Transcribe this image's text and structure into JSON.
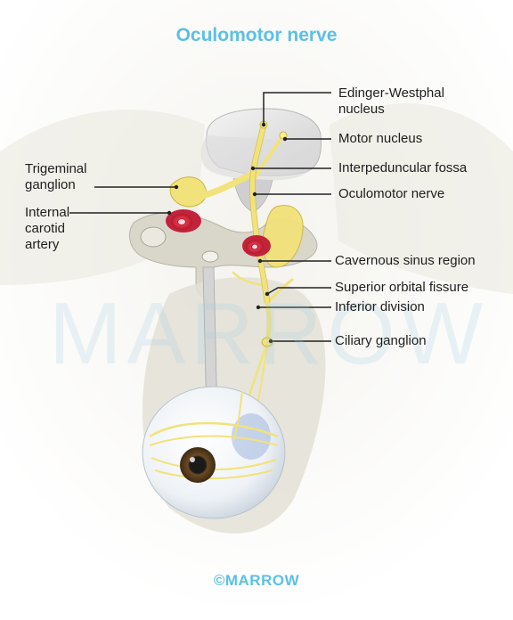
{
  "title": "Oculomotor nerve",
  "labels": {
    "edinger_westphal": [
      "Edinger-Westphal",
      "nucleus"
    ],
    "motor_nucleus": "Motor nucleus",
    "interpeduncular_fossa": "Interpeduncular fossa",
    "oculomotor_nerve": "Oculomotor nerve",
    "trigeminal_ganglion": [
      "Trigeminal",
      "ganglion"
    ],
    "internal_carotid": [
      "Internal",
      "carotid",
      "artery"
    ],
    "cavernous_sinus": "Cavernous sinus region",
    "superior_orbital_fissure": "Superior orbital fissure",
    "inferior_division": "Inferior division",
    "ciliary_ganglion": "Ciliary ganglion"
  },
  "watermark": "MARROW",
  "footer": "©MARROW",
  "colors": {
    "title": "#5cc0e4",
    "nerve": "#f2e27a",
    "nerve_outline": "#c9b640",
    "brainstem": "#e9e9e9",
    "bone": "#d6d3c6",
    "artery": "#d2283a",
    "leader_line": "#222222"
  }
}
